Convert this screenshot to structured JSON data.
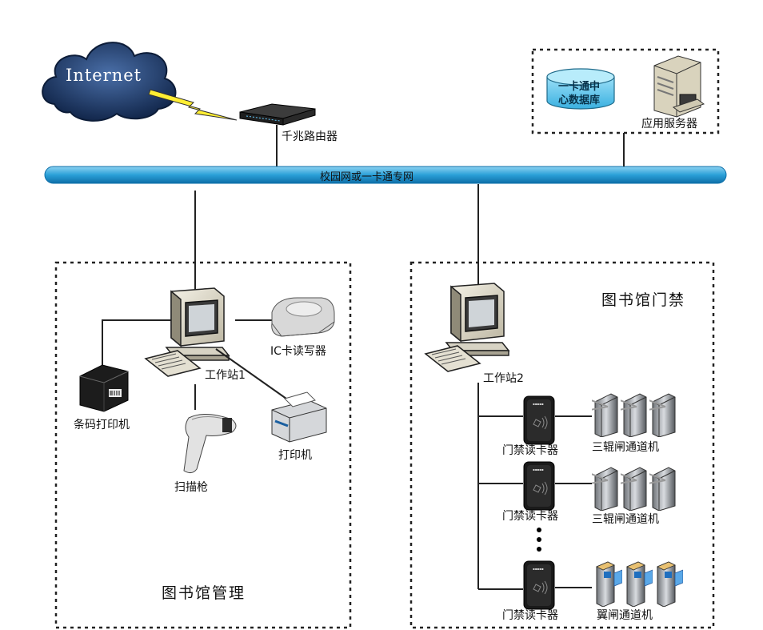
{
  "internet": "Internet",
  "router": "千兆路由器",
  "backbone": "校园网或一卡通专网",
  "server_zone": {
    "database": [
      "一卡通中",
      "心数据库"
    ],
    "app_server": "应用服务器"
  },
  "management": {
    "title": "图书馆管理",
    "workstation": "工作站1",
    "ic_reader": "IC卡读写器",
    "barcode_printer": "条码打印机",
    "scanner": "扫描枪",
    "printer": "打印机"
  },
  "access": {
    "title": "图书馆门禁",
    "workstation": "工作站2",
    "rows": [
      {
        "reader": "门禁读卡器",
        "gate": "三辊闸通道机"
      },
      {
        "reader": "门禁读卡器",
        "gate": "三辊闸通道机"
      },
      {
        "reader": "门禁读卡器",
        "gate": "翼闸通道机"
      }
    ]
  },
  "colors": {
    "backbone": "#2aa0d8",
    "cloud": "#1c3b6e",
    "lightning": "#ffee33",
    "db": "#6ac8ee"
  }
}
